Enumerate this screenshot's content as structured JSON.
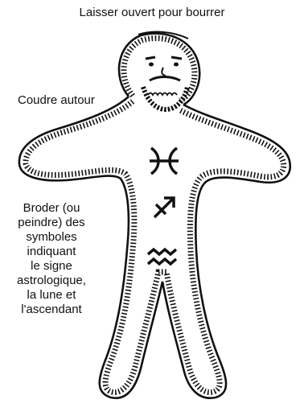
{
  "labels": {
    "stuffing_opening": "Laisser ouvert pour bourrer",
    "sew_around": "Coudre autour",
    "embroider_lines": [
      "Broder (ou",
      "peindre) des",
      "symboles",
      "indiquant",
      "le signe",
      "astrologique,",
      "la lune et",
      "l'ascendant"
    ]
  },
  "symbols": [
    "pisces-symbol",
    "sagittarius-symbol",
    "aquarius-symbol"
  ],
  "colors": {
    "ink": "#111111",
    "paper": "#ffffff"
  }
}
